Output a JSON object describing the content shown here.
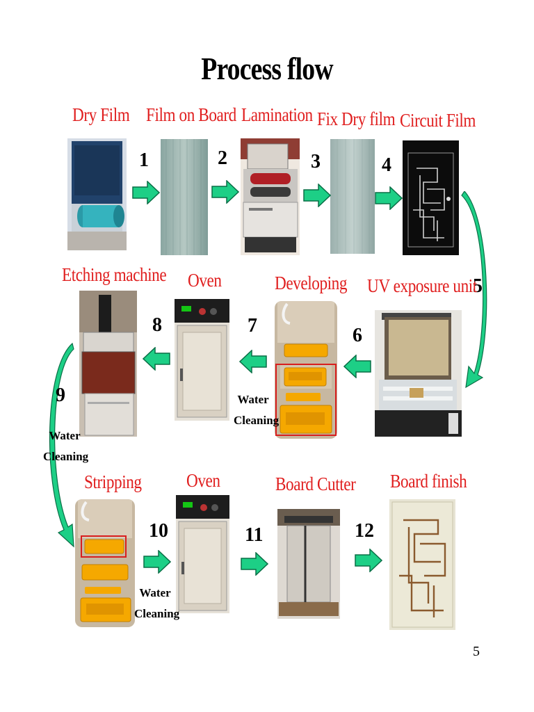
{
  "title": "Process flow",
  "page_number": "5",
  "steps": {
    "dry_film": "Dry Film",
    "film_on_board": "Film on Board",
    "lamination": "Lamination",
    "fix_dry_film": "Fix Dry film",
    "circuit_film": "Circuit Film",
    "uv_exposure": "UV exposure unit",
    "developing": "Developing",
    "oven1": "Oven",
    "etching": "Etching machine",
    "stripping": "Stripping",
    "oven2": "Oven",
    "board_cutter": "Board Cutter",
    "board_finish": "Board finish"
  },
  "numbers": [
    "1",
    "2",
    "3",
    "4",
    "5",
    "6",
    "7",
    "8",
    "9",
    "10",
    "11",
    "12"
  ],
  "notes": {
    "water1": "Water",
    "cleaning1": "Cleaning",
    "water2": "Water",
    "cleaning2": "Cleaning",
    "water3": "Water",
    "cleaning3": "Cleaning"
  },
  "colors": {
    "label": "#e01e1e",
    "arrow_fill": "#1dcf86",
    "arrow_stroke": "#0a6e46",
    "tray": "#f5a800",
    "highlight": "#d81e1e"
  }
}
